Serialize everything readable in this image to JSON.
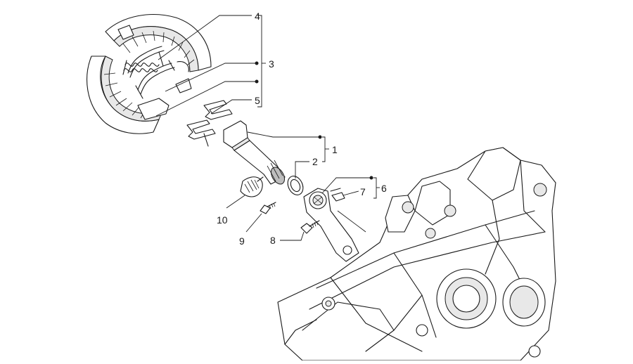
{
  "callouts": {
    "c1": "1",
    "c2": "2",
    "c3": "3",
    "c4": "4",
    "c5": "5",
    "c6": "6",
    "c7": "7",
    "c8": "8",
    "c9": "9",
    "c10": "10"
  },
  "colors": {
    "line": "#1a1a1a",
    "background": "#ffffff",
    "shade": "#e8e8e8"
  }
}
